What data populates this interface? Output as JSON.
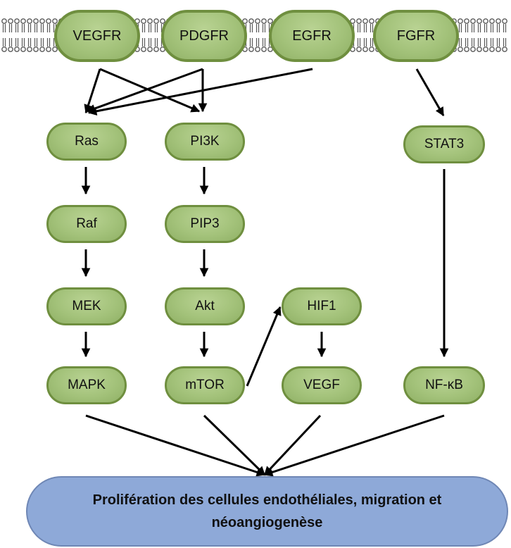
{
  "receptors": [
    {
      "id": "vegfr",
      "label": "VEGFR"
    },
    {
      "id": "pdgfr",
      "label": "PDGFR"
    },
    {
      "id": "egfr",
      "label": "EGFR"
    },
    {
      "id": "fgfr",
      "label": "FGFR"
    }
  ],
  "pathways": {
    "mapk": [
      "Ras",
      "Raf",
      "MEK",
      "MAPK"
    ],
    "pi3k": [
      "PI3K",
      "PIP3",
      "Akt",
      "mTOR"
    ],
    "hif": [
      "HIF1",
      "VEGF"
    ],
    "stat": [
      "STAT3",
      "NF-κB"
    ]
  },
  "outcome": {
    "line1": "Prolifération des cellules endothéliales, migration et",
    "line2": "néoangiogenèse"
  },
  "colors": {
    "node_fill": "#a3c27a",
    "node_border": "#6f8f3f",
    "outcome_fill": "#8ea9d8",
    "arrow": "#000000",
    "membrane": "#5a5a5a"
  }
}
